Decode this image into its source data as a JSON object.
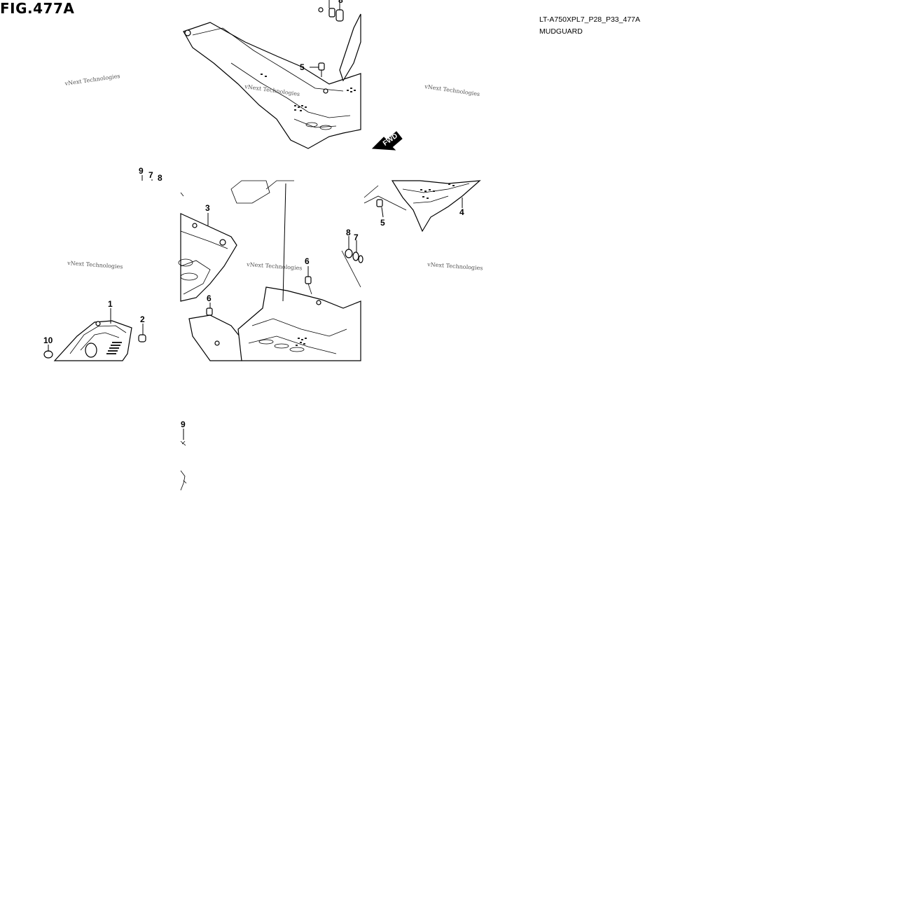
{
  "figure": {
    "title": "FIG.477A",
    "model_code": "LT-A750XPL7_P28_P33_477A",
    "section_name": "MUDGUARD"
  },
  "direction_marker": {
    "label": "FWD"
  },
  "watermark": {
    "text": "vNext Technologies"
  },
  "callouts": [
    "1",
    "2",
    "3",
    "4",
    "5",
    "5",
    "6",
    "6",
    "7",
    "7",
    "8",
    "8",
    "9",
    "9",
    "10"
  ]
}
